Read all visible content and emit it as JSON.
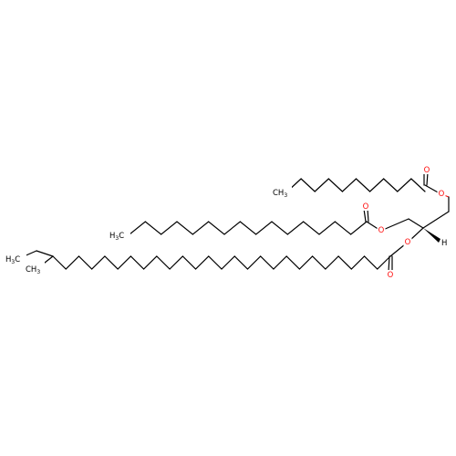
{
  "colors": {
    "bond": "#000000",
    "oxygen": "#ff0d0d",
    "carbon_label": "#000000",
    "background": "#ffffff"
  },
  "labels": {
    "ch3_top": {
      "main": "CH",
      "sub": "3"
    },
    "ch3_mid": {
      "main": "H",
      "sub": "3",
      "tail": "C"
    },
    "ch3_ethyl": {
      "main": "H",
      "sub": "3",
      "tail": "C"
    },
    "ch3_methyl": {
      "main": "CH",
      "sub": "3"
    },
    "stereo_h": "H",
    "oxygen": "O"
  }
}
